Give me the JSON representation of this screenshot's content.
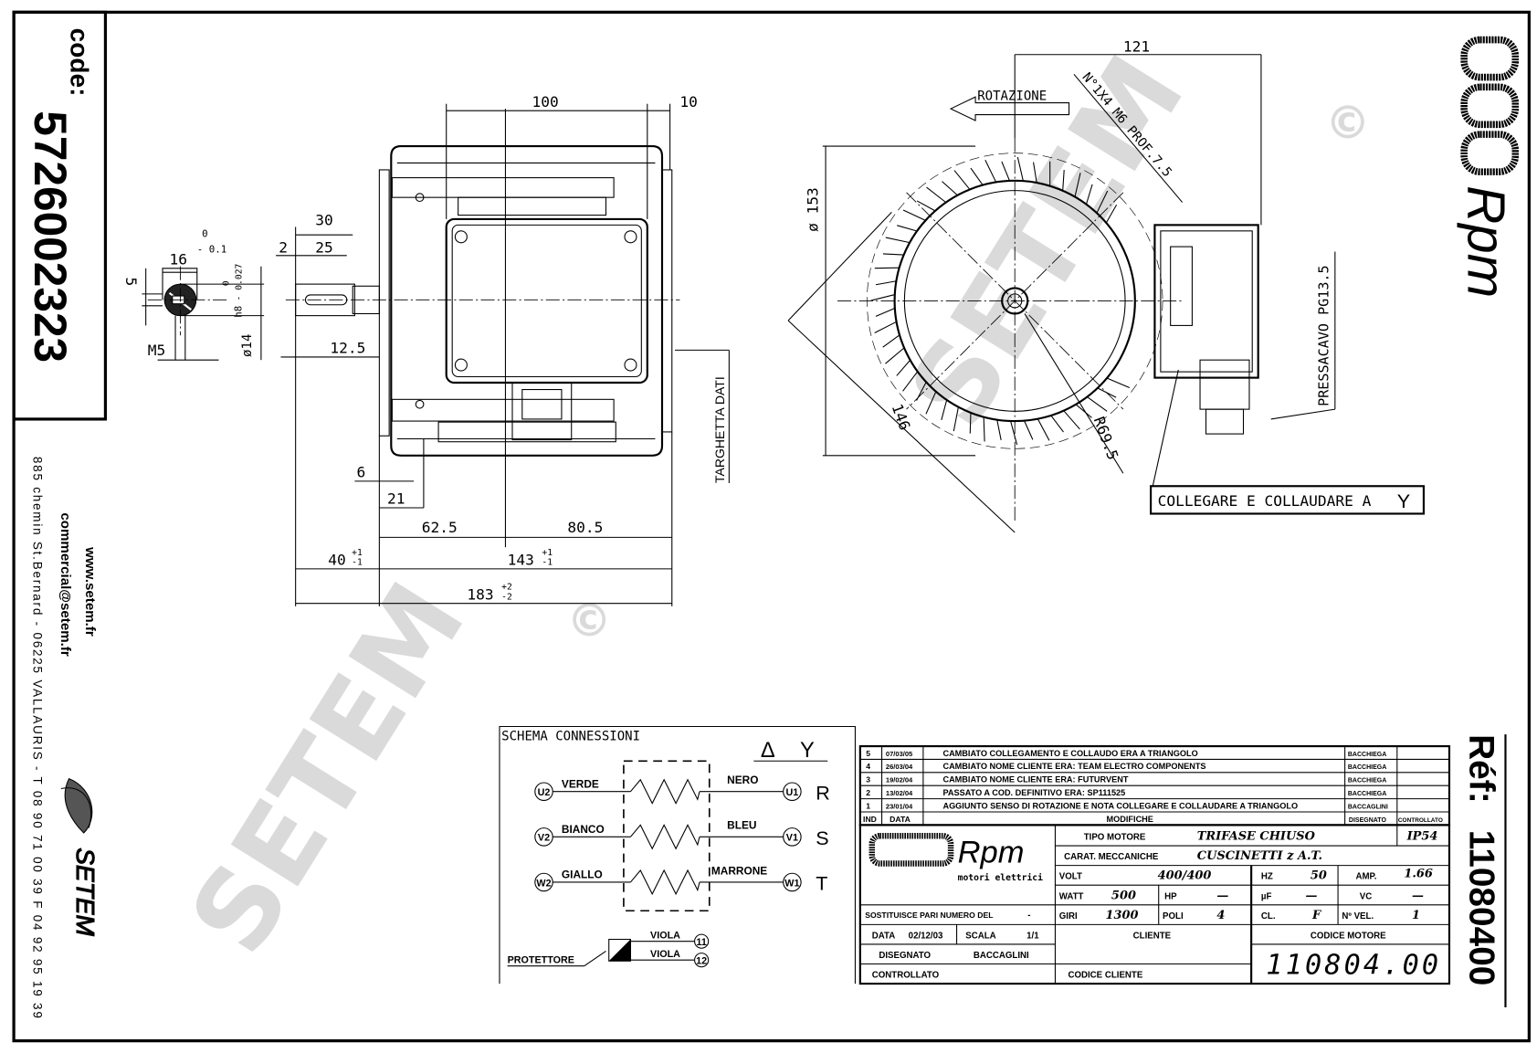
{
  "sidebar": {
    "code_label": "code:",
    "code_value": "5726002323",
    "website": "www.setem.fr",
    "email": "commercial@setem.fr",
    "address": "885 chemin St.Bernard  -  06225 VALLAURIS  -  T 08 90 71 00 39   F 04 92 95 19 39",
    "logo_text": "SETEM"
  },
  "right_strip": {
    "logo_text": "Rpm",
    "ref_label": "Réf:",
    "ref_value": "11080400"
  },
  "watermark": {
    "text": "SETEM",
    "mark": "©"
  },
  "side_view": {
    "dims": {
      "d100": "100",
      "d10": "10",
      "d30": "30",
      "d25": "25",
      "d2": "2",
      "d12_5": "12.5",
      "d6": "6",
      "d21": "21",
      "d62_5": "62.5",
      "d80_5": "80.5",
      "d40": "40",
      "d40_tol_plus": "+1",
      "d40_tol_minus": "-1",
      "d143": "143",
      "d143_tol_plus": "+1",
      "d143_tol_minus": "-1",
      "d183": "183",
      "d183_tol_plus": "+2",
      "d183_tol_minus": "-2"
    },
    "targhetta": "TARGHETTA DATI"
  },
  "shaft_section": {
    "d16": "16",
    "d16_tol_upper": "0",
    "d16_tol_lower": "- 0.1",
    "d5": "5",
    "m5": "M5",
    "d14": "ø14",
    "h8": "h8",
    "h8_tol_upper": "0",
    "h8_tol_lower": "- 0.027"
  },
  "front_view": {
    "d121": "121",
    "rotation": "ROTAZIONE",
    "holes_note": "N°1X4 M6 PROF.7.5",
    "d153": "ø 153",
    "d146": "146",
    "r69_5": "R69.5",
    "pressacavo": "PRESSACAVO PG13.5",
    "connect_note": "COLLEGARE E COLLAUDARE A",
    "connect_symbol": "Y"
  },
  "schema": {
    "title": "SCHEMA CONNESSIONI",
    "symbols": [
      "Δ",
      "Y"
    ],
    "rows": [
      {
        "left_terminal": "U2",
        "left_color": "VERDE",
        "right_color": "NERO",
        "right_terminal": "U1",
        "phase": "R"
      },
      {
        "left_terminal": "V2",
        "left_color": "BIANCO",
        "right_color": "BLEU",
        "right_terminal": "V1",
        "phase": "S"
      },
      {
        "left_terminal": "W2",
        "left_color": "GIALLO",
        "right_color": "MARRONE",
        "right_terminal": "W1",
        "phase": "T"
      }
    ],
    "protector_label": "PROTETTORE",
    "protector_wires": [
      {
        "color": "VIOLA",
        "terminal": "11"
      },
      {
        "color": "VIOLA",
        "terminal": "12"
      }
    ]
  },
  "revisions": {
    "headers": {
      "ind": "IND",
      "data": "DATA",
      "modifiche": "MODIFICHE",
      "disegnato": "DISEGNATO",
      "controllato": "CONTROLLATO"
    },
    "rows": [
      {
        "ind": "5",
        "data": "07/03/05",
        "modifica": "CAMBIATO COLLEGAMENTO E COLLAUDO ERA A TRIANGOLO",
        "disegnato": "BACCHIEGA",
        "controllato": ""
      },
      {
        "ind": "4",
        "data": "26/03/04",
        "modifica": "CAMBIATO NOME CLIENTE ERA: TEAM ELECTRO COMPONENTS",
        "disegnato": "BACCHIEGA",
        "controllato": ""
      },
      {
        "ind": "3",
        "data": "19/02/04",
        "modifica": "CAMBIATO NOME CLIENTE ERA: FUTURVENT",
        "disegnato": "BACCHIEGA",
        "controllato": ""
      },
      {
        "ind": "2",
        "data": "13/02/04",
        "modifica": "PASSATO A COD. DEFINITIVO ERA: SP111525",
        "disegnato": "BACCHIEGA",
        "controllato": ""
      },
      {
        "ind": "1",
        "data": "23/01/04",
        "modifica": "AGGIUNTO SENSO DI ROTAZIONE E NOTA COLLEGARE E COLLAUDARE A TRIANGOLO",
        "disegnato": "BACCAGLINI",
        "controllato": ""
      }
    ]
  },
  "title_block": {
    "logo_text": "Rpm",
    "logo_sub": "motori elettrici",
    "tipo_motore_label": "TIPO MOTORE",
    "tipo_motore": "TRIFASE CHIUSO",
    "ip": "IP54",
    "carat_label": "CARAT. MECCANICHE",
    "carat": "CUSCINETTI z A.T.",
    "volt_label": "VOLT",
    "volt": "400/400",
    "hz_label": "HZ",
    "hz": "50",
    "amp_label": "AMP.",
    "amp": "1.66",
    "watt_label": "WATT",
    "watt": "500",
    "hp_label": "HP",
    "hp": "—",
    "uf_label": "µF",
    "uf": "—",
    "vc_label": "VC",
    "vc": "—",
    "giri_label": "GIRI",
    "giri": "1300",
    "poli_label": "POLI",
    "poli": "4",
    "cl_label": "CL.",
    "cl": "F",
    "nvel_label": "Nº VEL.",
    "nvel": "1",
    "sostituisce_label": "SOSTITUISCE PARI NUMERO DEL",
    "sostituisce": "-",
    "data_label": "DATA",
    "data": "02/12/03",
    "scala_label": "SCALA",
    "scala": "1/1",
    "disegnato_label": "DISEGNATO",
    "disegnato": "BACCAGLINI",
    "controllato_label": "CONTROLLATO",
    "cliente_label": "CLIENTE",
    "codice_cliente_label": "CODICE CLIENTE",
    "codice_motore_label": "CODICE MOTORE",
    "codice_motore": "110804.00"
  }
}
